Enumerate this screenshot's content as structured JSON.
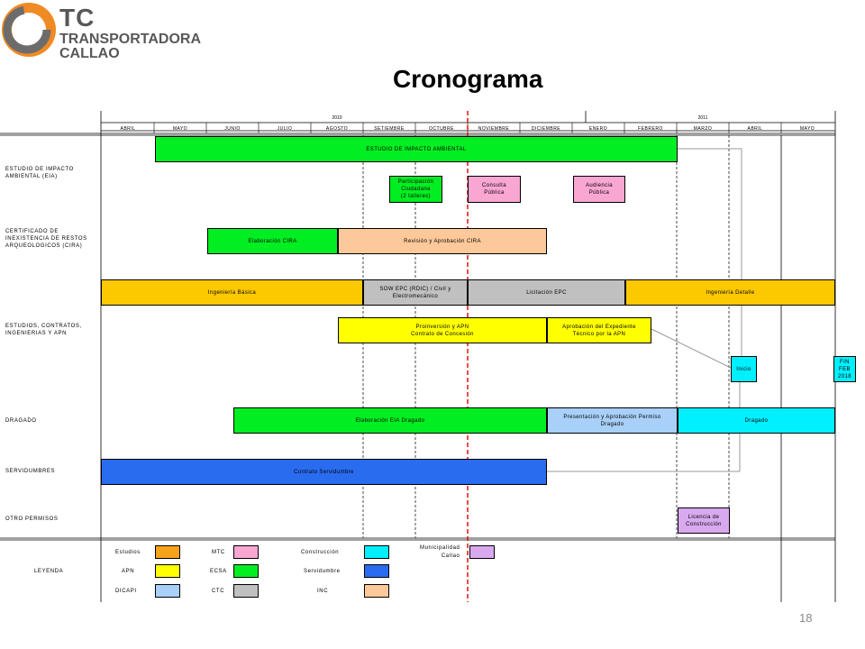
{
  "brand": {
    "abbr": "TC",
    "line1": "TRANSPORTADORA",
    "line2": "CALLAO"
  },
  "slide": {
    "title": "Cronograma",
    "page_number": "18"
  },
  "colors": {
    "estudios": "#f7a21b",
    "mtc": "#f9a6d3",
    "construccion": "#00f0ff",
    "municipalidad": "#d9a9ef",
    "apn": "#ffff00",
    "ecsa": "#00ee22",
    "servidumbre": "#2a6cf0",
    "dicapi": "#a8d0f8",
    "ctc": "#c0c0c0",
    "inc": "#fdc99a",
    "milestone_line": "#e00000"
  },
  "years": [
    "2010",
    "2011"
  ],
  "months": [
    "ABRIL",
    "MAYO",
    "JUNIO",
    "JULIO",
    "AGOSTO",
    "SETIEMBRE",
    "OCTUBRE",
    "NOVIEMBRE",
    "DICIEMBRE",
    "ENERO",
    "FEBRERO",
    "MARZO",
    "ABRIL",
    "MAYO"
  ],
  "rows": {
    "eia": "ESTUDIO DE IMPACTO\nAMBIENTAL (EIA)",
    "cira": "CERTIFICADO DE\nINEXISTENCIA DE RESTOS\nARQUEOLOGICOS (CIRA)",
    "estudios": "ESTUDIOS, CONTRATOS,\nINGENIERIAS Y APN",
    "dragado": "DRAGADO",
    "servidumbres": "SERVIDUMBRES",
    "otros": "OTRO PERMISOS",
    "leyenda": "LEYENDA"
  },
  "tasks": {
    "eia_main": "ESTUDIO DE IMPACTO AMBIENTAL",
    "participacion": "Participación\nCiudadana\n(2 talleres)",
    "consulta": "Consulta\nPública",
    "audiencia": "Audiencia\nPública",
    "elab_cira": "Elaboración CIRA",
    "rev_cira": "Revisión y Aprobación CIRA",
    "ing_basica": "Ingeniería Básica",
    "sow_epc": "SOW EPC (RDIC) / Civil y\nElectromecánico",
    "licitacion": "Licitación EPC",
    "ing_detalle": "Ingeniería Detalle",
    "proinversion": "Proinversión y APN\nContrato de Concesión",
    "aprob_exp": "Aprobación del Expediente\nTécnico por la APN",
    "inicio": "Inicio",
    "fin": "FIN\nFEB\n2018",
    "elab_eia_drag": "Elaboración EIA Dragado",
    "pres_permiso": "Presentación y Aprobación Permiso\nDragado",
    "dragado": "Dragado",
    "contrato_serv": "Contrato Servidumbre",
    "licencia": "Licencia de\nConstrucción"
  },
  "legend": {
    "estudios": "Estudios",
    "apn": "APN",
    "dicapi": "DICAPI",
    "mtc": "MTC",
    "ecsa": "ECSA",
    "ctc": "CTC",
    "construccion": "Construcción",
    "servidumbre": "Servidumbre",
    "inc": "INC",
    "municipalidad": "Municipalidad\nCallao"
  }
}
